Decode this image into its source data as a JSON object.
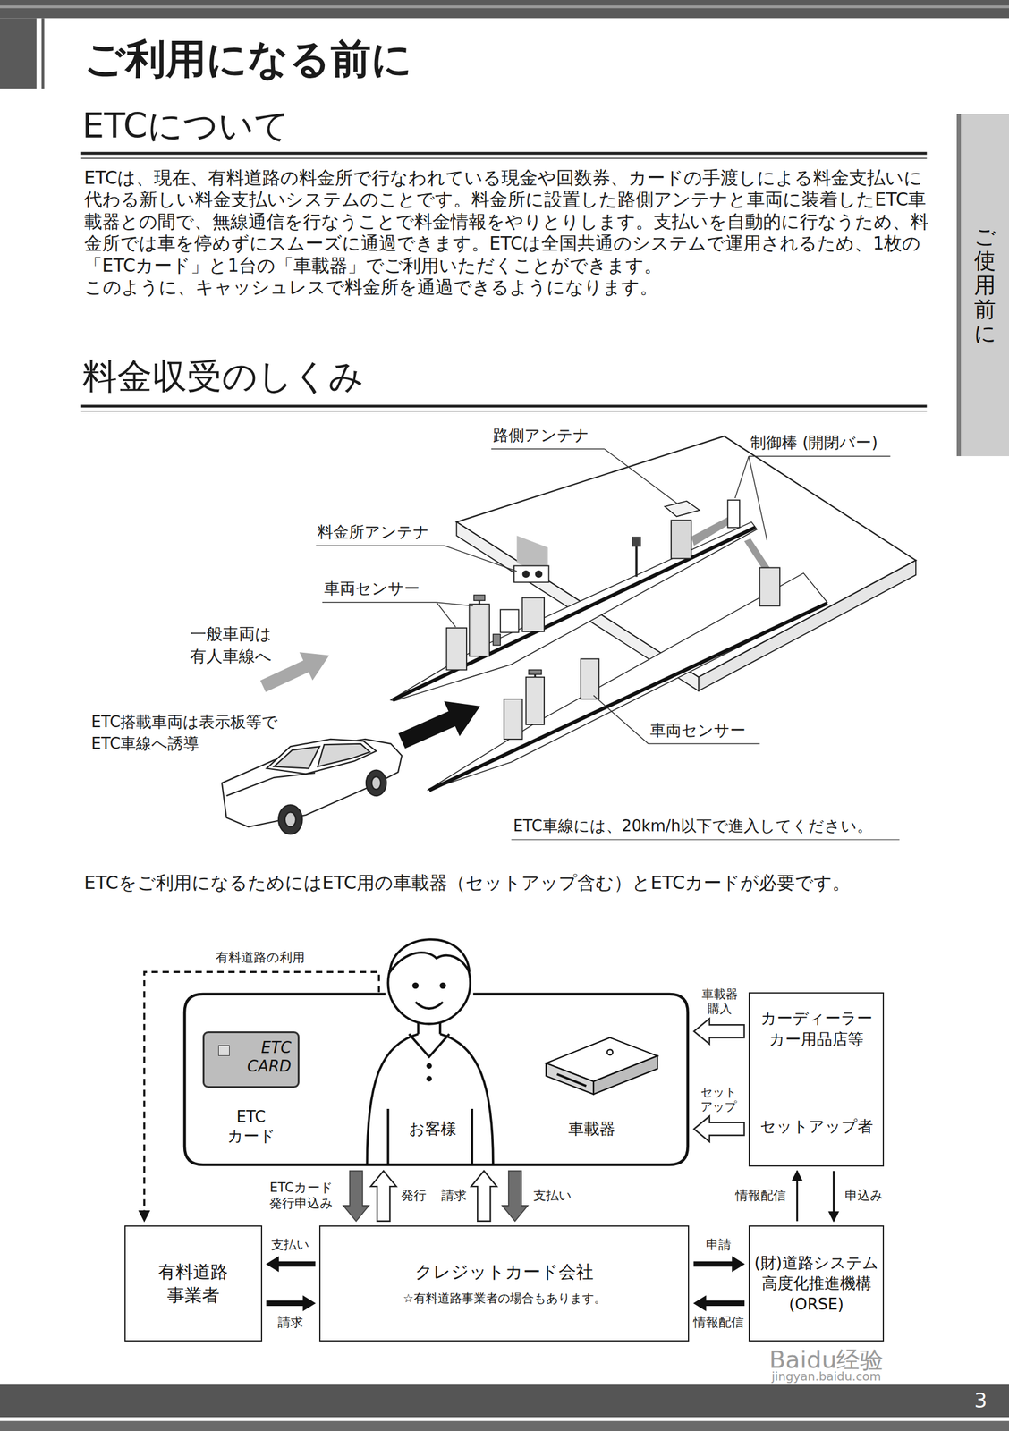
{
  "diagram": {
    "title": "ご利用になる前に",
    "nodes": [
      {
        "text": [
          "ご使用前に"
        ]
      },
      {
        "text": [
          "お客様",
          "車載器"
        ]
      },
      {
        "text": [
          "ETC CARD",
          "ETC カード"
        ],
        "in": 1
      },
      {
        "text": [
          "カーディーラー カー用品店等",
          "セットアップ者"
        ]
      },
      {
        "text": [
          "有料道路 事業者"
        ]
      },
      {
        "text": [
          "クレジットカード会社",
          "☆有料道路事業者の場合もあります。"
        ]
      },
      {
        "text": [
          "(財)道路システム 高度化推進機構 (ORSE)"
        ]
      },
      {
        "text": [
          "3"
        ]
      }
    ],
    "edges": [
      {
        "from": 3,
        "to": 1,
        "label": "車載器 購入",
        "arrow": "to"
      },
      {
        "from": 3,
        "to": 1,
        "label": "セット アップ",
        "arrow": "to"
      },
      {
        "from": 1,
        "to": 5,
        "label": "ETCカード 発行申込み",
        "arrow": "to"
      },
      {
        "from": 5,
        "to": 1,
        "label": "発行",
        "arrow": "to"
      },
      {
        "from": 5,
        "to": 1,
        "label": "請求",
        "arrow": "to"
      },
      {
        "from": 1,
        "to": 5,
        "label": "支払い",
        "arrow": "to"
      },
      {
        "from": 6,
        "to": 3,
        "label": "情報配信",
        "arrow": "to"
      },
      {
        "from": 3,
        "to": 6,
        "label": "申込み",
        "arrow": "to"
      },
      {
        "from": 5,
        "to": 4,
        "label": "支払い",
        "arrow": "to"
      },
      {
        "from": 4,
        "to": 5,
        "label": "請求",
        "arrow": "to"
      },
      {
        "from": 5,
        "to": 6,
        "label": "申請",
        "arrow": "to"
      },
      {
        "from": 6,
        "to": 5,
        "label": "情報配信",
        "arrow": "to"
      },
      {
        "from": 1,
        "to": 4,
        "label": "有料道路の利用",
        "arrow": "to"
      }
    ],
    "labels": [
      "ETCについて",
      "ETCは、現在、有料道路の料金所で行なわれている現金や回数券、カードの手渡しによる料金支払いに代わる新しい料金支払いシステムのことです。料金所に設置した路側アンテナと車両に装着したETC車載器との間で、無線通信を行なうことで料金情報をやりとりします。支払いを自動的に行なうため、料金所では車を停めずにスムーズに通過できます。ETCは全国共通のシステムで運用されるため、1枚の「ETCカード」と1台の「車載器」でご利用いただくことができます。",
      "このように、キャッシュレスで料金所を通過できるようになります。",
      "料金収受のしくみ",
      "路側アンテナ",
      "制御棒 (開閉バー)",
      "料金所アンテナ",
      "車両センサー",
      "一般車両は 有人車線へ",
      "ETC搭載車両は表示板等で ETC車線へ誘導",
      "車両センサー",
      "ETC車線には、20km/h以下で進入してください。",
      "ETCをご利用になるためにはETC用の車載器（セットアップ含む）とETCカードが必要です。",
      "Baidu经验",
      "jingyan.baidu.com"
    ]
  }
}
